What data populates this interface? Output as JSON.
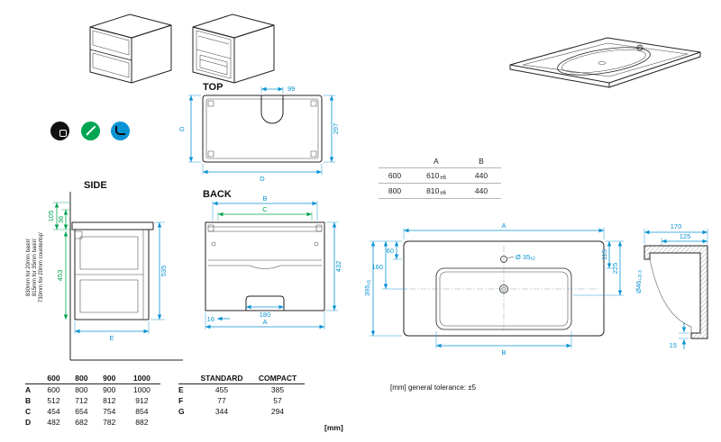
{
  "colors": {
    "dimension_blue": "#0a93d3",
    "dimension_green": "#00a551",
    "drawing_black": "#222222",
    "icon_black": "#111111",
    "icon_green": "#00a551",
    "icon_blue": "#0a93d3"
  },
  "icons": [
    "fixings-icon",
    "screwdriver-icon",
    "siphon-icon"
  ],
  "views": {
    "top": {
      "label": "TOP",
      "dim_slot_width": "99",
      "dim_depth": "297",
      "dim_g": "G",
      "dim_d": "D"
    },
    "back": {
      "label": "BACK",
      "dim_b": "B",
      "dim_c": "C",
      "dim_height": "432",
      "dim_offset": "16",
      "dim_notch": "180",
      "dim_a": "A"
    },
    "side": {
      "label": "SIDE",
      "dim_105": "105",
      "dim_36": "36",
      "dim_453": "453",
      "dim_535": "535",
      "dim_e": "E",
      "notes": [
        "830mm for 20mm basin'",
        "815mm for 35mm basin'",
        "730mm for 20mm countertop'"
      ]
    }
  },
  "basin_size_table": {
    "col_a": "A",
    "col_b": "B",
    "rows": [
      {
        "size": "600",
        "a": "610",
        "a_tol": "±6",
        "b": "440"
      },
      {
        "size": "800",
        "a": "810",
        "a_tol": "±6",
        "b": "440"
      }
    ]
  },
  "basin_plan": {
    "dim_a": "A",
    "dim_b": "B",
    "dim_60": "60",
    "dim_160": "160",
    "dim_depth": "395",
    "dim_depth_tol": "±5",
    "dim_115": "115",
    "dim_225": "225",
    "dim_taphole": "Ø 35",
    "dim_taphole_tol": "±2"
  },
  "basin_section": {
    "dim_170": "170",
    "dim_125": "125",
    "dim_drain": "Ø46",
    "dim_drain_tol": "+2/-3",
    "dim_15": "15"
  },
  "cabinet_size_table": {
    "headers": [
      "600",
      "800",
      "900",
      "1000"
    ],
    "rows": [
      {
        "label": "A",
        "values": [
          "600",
          "800",
          "900",
          "1000"
        ]
      },
      {
        "label": "B",
        "values": [
          "512",
          "712",
          "812",
          "912"
        ]
      },
      {
        "label": "C",
        "values": [
          "454",
          "654",
          "754",
          "854"
        ]
      },
      {
        "label": "D",
        "values": [
          "482",
          "682",
          "782",
          "882"
        ]
      }
    ]
  },
  "config_table": {
    "headers": [
      "STANDARD",
      "COMPACT"
    ],
    "rows": [
      {
        "label": "E",
        "values": [
          "455",
          "385"
        ]
      },
      {
        "label": "F",
        "values": [
          "77",
          "57"
        ]
      },
      {
        "label": "G",
        "values": [
          "344",
          "294"
        ]
      }
    ],
    "unit": "[mm]"
  },
  "tolerance_note": "[mm] general tolerance: ±5"
}
